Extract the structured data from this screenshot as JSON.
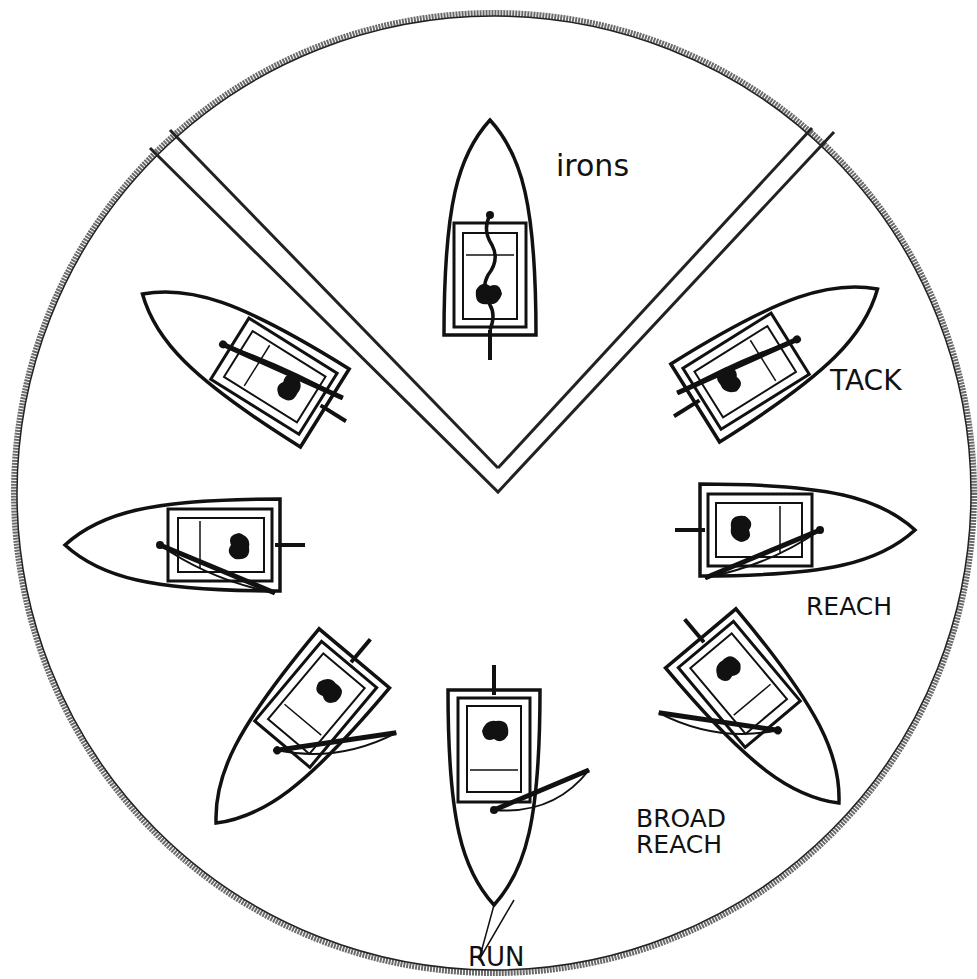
{
  "diagram": {
    "labels": [
      "irons",
      "TACK",
      "REACH",
      "BROAD REACH",
      "RUN"
    ]
  }
}
